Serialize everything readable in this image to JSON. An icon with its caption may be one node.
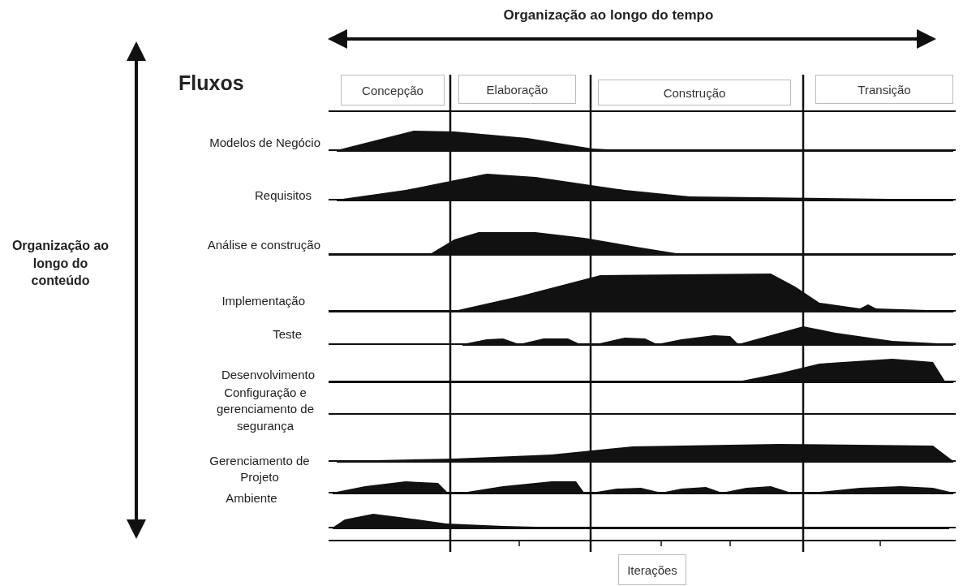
{
  "diagram": {
    "nodes": [
      {
        "text": [
          "Concepção"
        ]
      },
      {
        "text": [
          "Elaboração"
        ]
      },
      {
        "text": [
          "Construção"
        ]
      },
      {
        "text": [
          "Transição"
        ]
      },
      {
        "text": [
          "Iterações"
        ]
      }
    ],
    "labels": [
      "Organização ao longo do tempo",
      "Fluxos",
      "Organização ao longo do conteúdo",
      "Modelos de Negócio",
      "Requisitos",
      "Análise e construção",
      "Implementação",
      "Teste",
      "Desenvolvimento",
      "Configuração e gerenciamento de segurança",
      "Gerenciamento de Projeto",
      "Ambiente"
    ]
  }
}
